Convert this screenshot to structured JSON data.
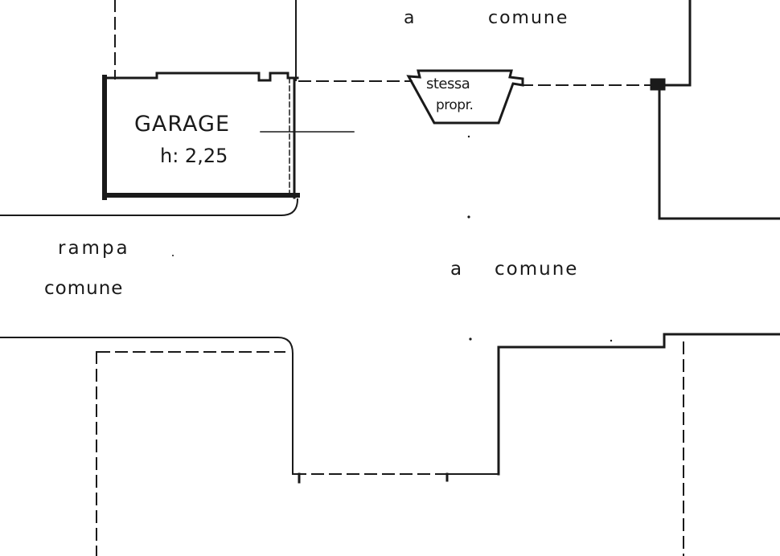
{
  "labels": {
    "top_a": "a",
    "top_comune": "comune",
    "garage_name": "GARAGE",
    "garage_height": "h: 2,25",
    "stessa": "stessa",
    "propr": "propr.",
    "rampa": "rampa",
    "rampa_comune": "comune",
    "mid_a": "a",
    "mid_comune": "comune"
  },
  "colors": {
    "line": "#1a1a1a",
    "background": "#ffffff"
  }
}
